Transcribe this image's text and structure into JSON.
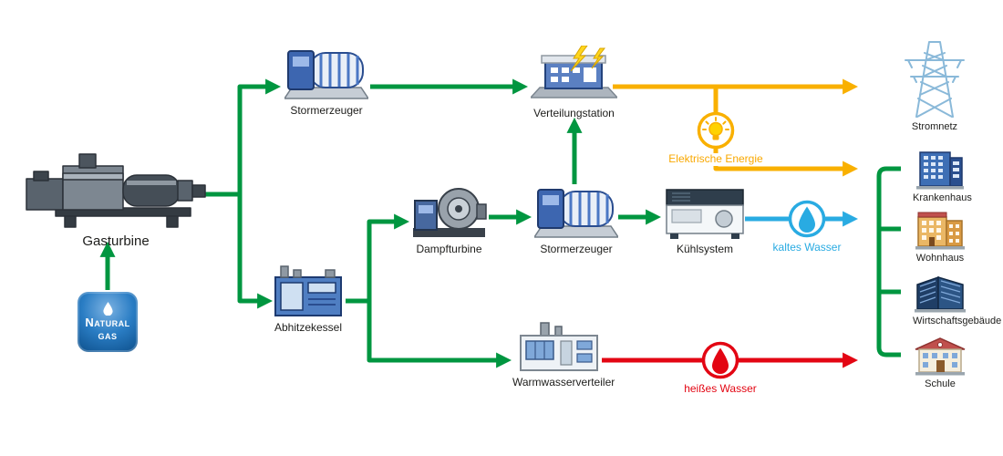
{
  "nodes": {
    "gasturbine": {
      "label": "Gasturbine",
      "icon": "gas-turbine-icon"
    },
    "natural_gas": {
      "line1": "Natural",
      "line2": "gas",
      "icon": "gas-drop-icon"
    },
    "stormerzeuger_top": {
      "label": "Stormerzeuger",
      "icon": "generator-icon"
    },
    "verteilungstation": {
      "label": "Verteilungstation",
      "icon": "distribution-building-icon"
    },
    "elektrische_energie": {
      "label": "Elektrische Energie",
      "icon": "lightbulb-icon"
    },
    "stromnetz": {
      "label": "Stromnetz",
      "icon": "power-pylon-icon"
    },
    "abhitzekessel": {
      "label": "Abhitzekessel",
      "icon": "heat-recovery-boiler-icon"
    },
    "dampfturbine": {
      "label": "Dampfturbine",
      "icon": "steam-turbine-icon"
    },
    "stormerzeuger_mid": {
      "label": "Stormerzeuger",
      "icon": "generator-icon"
    },
    "kuehlsystem": {
      "label": "Kühlsystem",
      "icon": "chiller-icon"
    },
    "kaltes_wasser": {
      "label": "kaltes Wasser",
      "icon": "water-drop-icon"
    },
    "warmwasserverteiler": {
      "label": "Warmwasserverteiler",
      "icon": "hot-water-distributor-icon"
    },
    "heisses_wasser": {
      "label": "heißes Wasser",
      "icon": "water-drop-icon"
    },
    "krankenhaus": {
      "label": "Krankenhaus",
      "icon": "hospital-icon"
    },
    "wohnhaus": {
      "label": "Wohnhaus",
      "icon": "apartment-building-icon"
    },
    "wirtschaftsgebaeude": {
      "label": "Wirtschaftsgebäude",
      "icon": "office-building-icon"
    },
    "schule": {
      "label": "Schule",
      "icon": "school-icon"
    }
  },
  "flows": {
    "gas_mechanical": {
      "color": "#009640"
    },
    "electricity": {
      "color": "#F9B000"
    },
    "cold_water": {
      "color": "#29ABE2"
    },
    "hot_water": {
      "color": "#E30613"
    }
  }
}
